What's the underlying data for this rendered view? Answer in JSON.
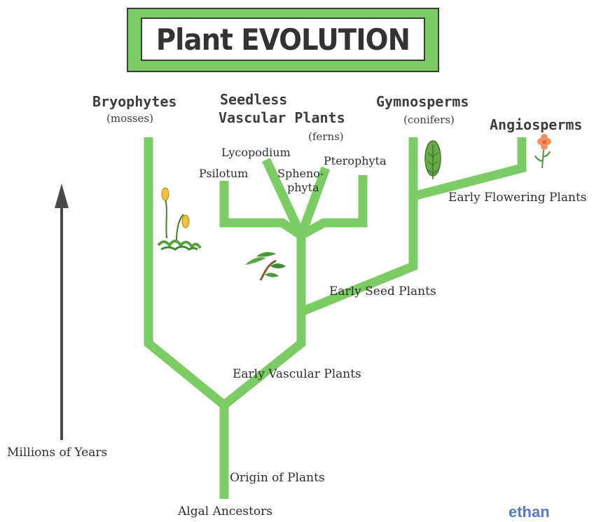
{
  "title": "Plant EVOLUTION",
  "groups": {
    "bryophytes": {
      "name": "Bryophytes",
      "common": "(mosses)"
    },
    "seedless": {
      "name_line1": "Seedless",
      "name_line2": "Vascular Plants",
      "common": "(ferns)"
    },
    "gymnosperms": {
      "name": "Gymnosperms",
      "common": "(conifers)"
    },
    "angiosperms": {
      "name": "Angiosperms"
    }
  },
  "fern_branches": {
    "lycopodium": "Lycopodium",
    "psilotum": "Psilotum",
    "sphenophyta_line1": "Spheno-",
    "sphenophyta_line2": "phyta",
    "pterophyta": "Pterophyta"
  },
  "nodes": {
    "early_flowering": "Early Flowering Plants",
    "early_seed": "Early Seed Plants",
    "early_vascular": "Early Vascular Plants",
    "origin": "Origin of Plants",
    "algal": "Algal Ancestors"
  },
  "axis": {
    "label": "Millions of Years"
  },
  "signature": "ethan",
  "colors": {
    "branch": "#7ccc66",
    "title_frame": "#7ccc66",
    "text": "#3d3d3d",
    "axis_arrow": "#4a4a4a",
    "signature": "#5a78c0"
  }
}
